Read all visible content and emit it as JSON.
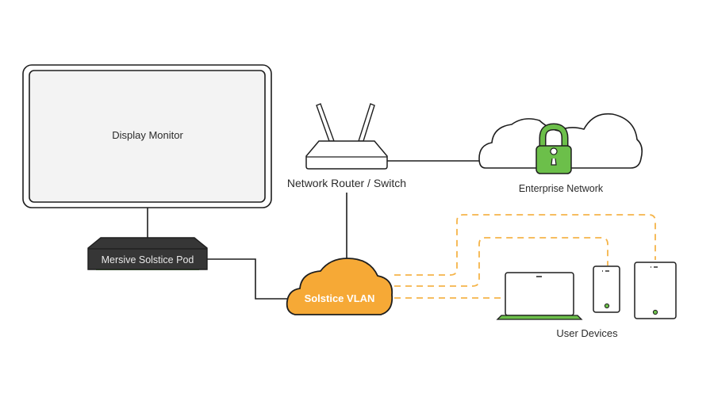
{
  "diagram": {
    "nodes": {
      "display_monitor": {
        "label": "Display Monitor"
      },
      "pod": {
        "label": "Mersive Solstice Pod"
      },
      "router": {
        "label": "Network Router / Switch"
      },
      "enterprise": {
        "label": "Enterprise Network"
      },
      "vlan": {
        "label": "Solstice VLAN"
      },
      "user_devices": {
        "label": "User Devices"
      }
    },
    "colors": {
      "stroke": "#1e1e1e",
      "screen_fill": "#f3f3f3",
      "pod_fill": "#363636",
      "accent_green": "#6cbf4a",
      "accent_orange": "#f6a936",
      "dashed_link": "#f5b449"
    },
    "icons": [
      "monitor-icon",
      "pod-device-icon",
      "router-icon",
      "cloud-icon",
      "lock-icon",
      "laptop-icon",
      "phone-icon",
      "tablet-icon"
    ]
  }
}
